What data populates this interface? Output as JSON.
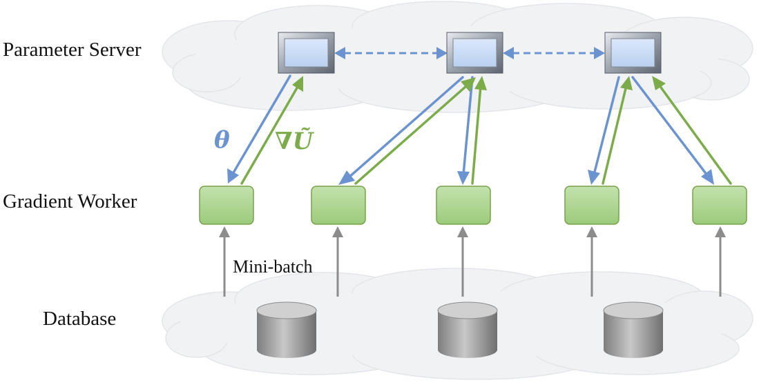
{
  "labels": {
    "parameter_server": "Parameter Server",
    "gradient_worker": "Gradient Worker",
    "database": "Database",
    "theta": "θ",
    "gradient": "∇Ũ",
    "mini_batch": "Mini-batch"
  },
  "colors": {
    "param_arrow": "#6b93cf",
    "gradient_arrow": "#7cab4a",
    "server_fill": "#cfe0f7",
    "worker_fill": "#a9d18e",
    "worker_stroke": "#78a24a",
    "database_fill": "#a6a6a6",
    "data_arrow": "#8c8c8c",
    "cloud_fill": "#f1f2f4"
  },
  "diagram": {
    "servers": 3,
    "workers": 5,
    "databases": 3,
    "server_links": "bidirectional dashed",
    "worker_server_map": [
      0,
      1,
      1,
      2,
      2
    ]
  }
}
